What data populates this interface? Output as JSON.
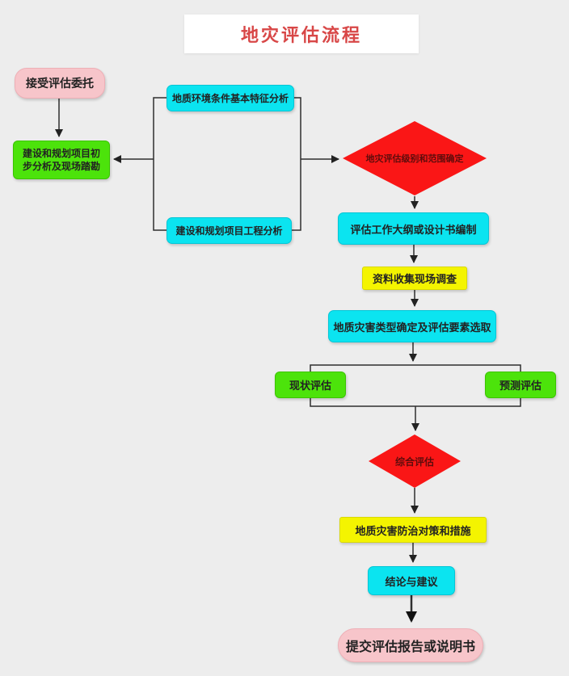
{
  "title": "地灾评估流程",
  "colors": {
    "background": "#ededed",
    "title_text": "#d84747",
    "pink": "#f7c5ca",
    "green": "#4ce30b",
    "cyan": "#0be4f0",
    "yellow": "#f4f400",
    "diamond_red": "#fa1616",
    "diamond_text": "#5e0c0c",
    "connector": "#2f2f2f"
  },
  "nodes": {
    "start": {
      "label": "接受评估委托"
    },
    "prelim": {
      "label": "建设和规划项目初步分析及现场踏勘"
    },
    "geo_env": {
      "label": "地质环境条件基本特征分析"
    },
    "project_eng": {
      "label": "建设和规划项目工程分析"
    },
    "level_scope": {
      "label": "地灾评估级别和范围确定"
    },
    "outline": {
      "label": "评估工作大纲或设计书编制"
    },
    "data_collection": {
      "label": "资料收集现场调查"
    },
    "disaster_type": {
      "label": "地质灾害类型确定及评估要素选取"
    },
    "current_assessment": {
      "label": "现状评估"
    },
    "prediction_assessment": {
      "label": "预测评估"
    },
    "comprehensive": {
      "label": "综合评估"
    },
    "countermeasures": {
      "label": "地质灾害防治对策和措施"
    },
    "conclusion": {
      "label": "结论与建议"
    },
    "submit": {
      "label": "提交评估报告或说明书"
    }
  }
}
